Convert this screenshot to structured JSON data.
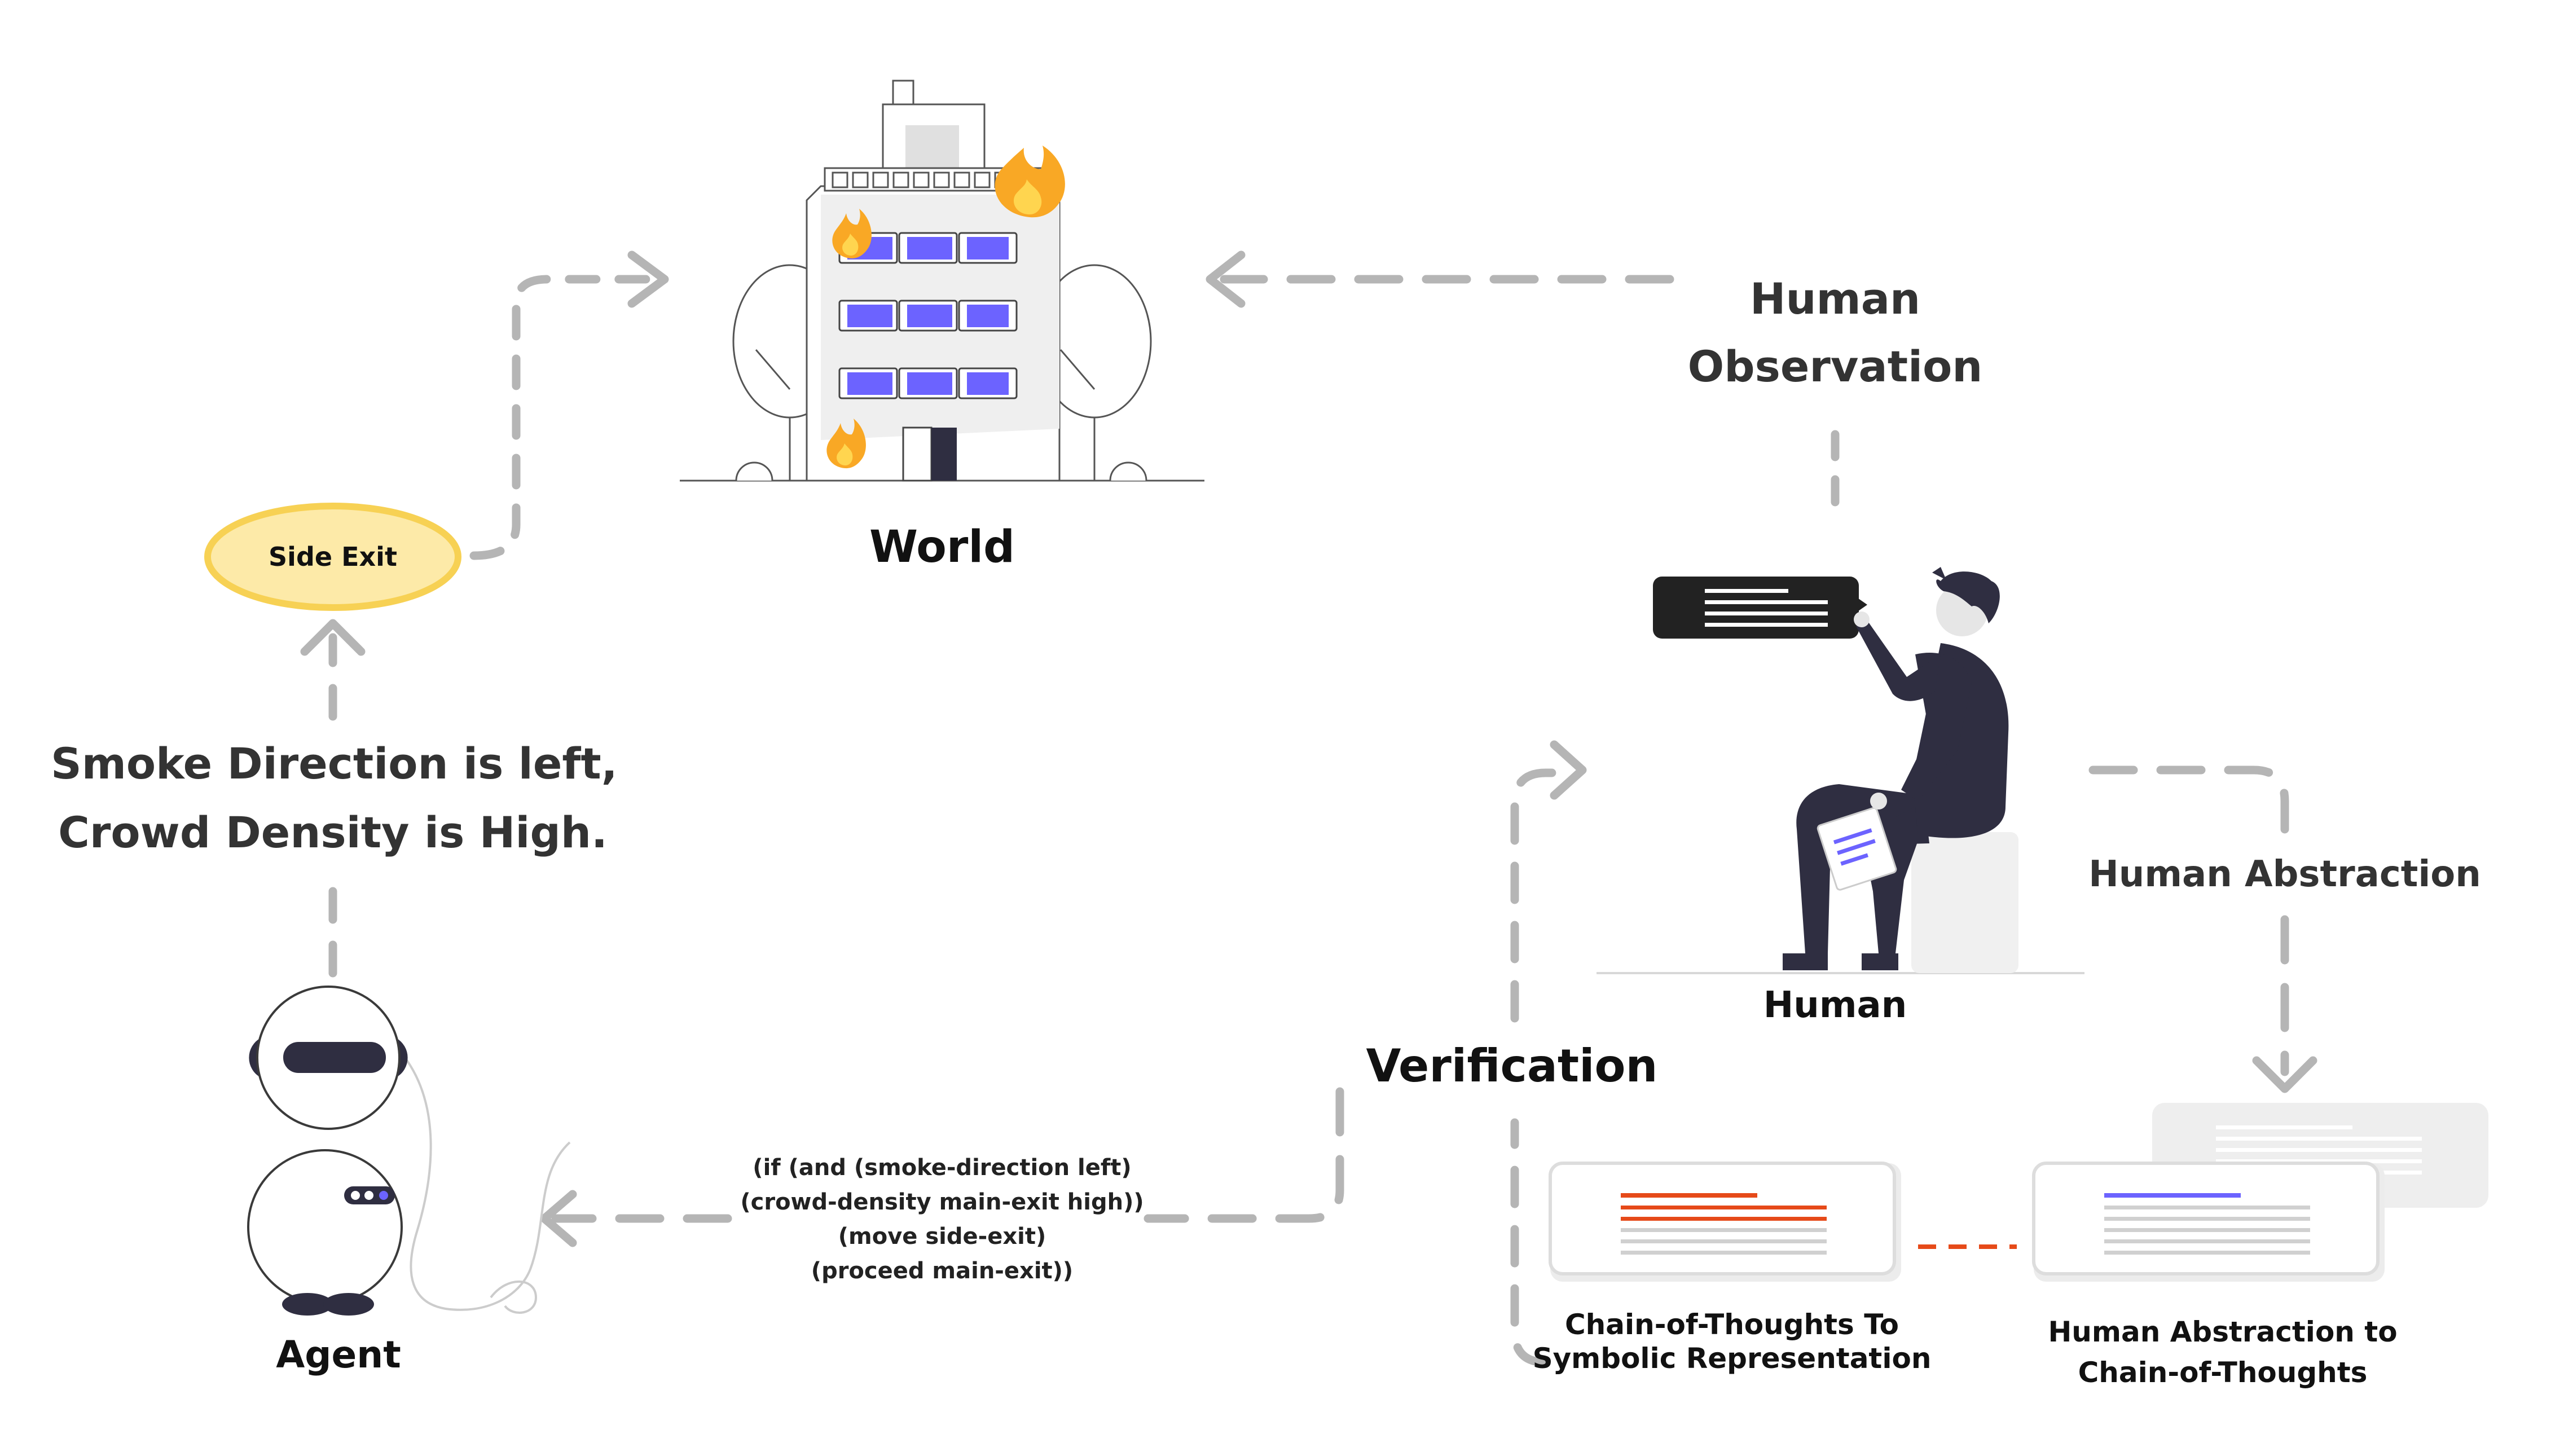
{
  "world": {
    "label": "World"
  },
  "human": {
    "label": "Human",
    "observation_line1": "Human",
    "observation_line2": "Observation"
  },
  "agent": {
    "label": "Agent"
  },
  "side_exit": {
    "label": "Side Exit"
  },
  "observation_text": {
    "line1": "Smoke Direction is left,",
    "line2": "Crowd Density is High."
  },
  "verification": {
    "label": "Verification"
  },
  "human_abstraction": {
    "label": "Human Abstraction"
  },
  "symbolic_program": {
    "lines": [
      "(if (and (smoke-direction left)",
      "(crowd-density main-exit high))",
      "(move side-exit)",
      "(proceed main-exit))"
    ]
  },
  "cards": {
    "cot_to_symbolic": {
      "line1": "Chain-of-Thoughts To",
      "line2": "Symbolic Representation"
    },
    "abstraction_to_cot": {
      "line1": "Human Abstraction to",
      "line2": "Chain-of-Thoughts"
    }
  },
  "colors": {
    "arrow_gray": "#b5b5b5",
    "window_purple": "#6c63ff",
    "fire_orange": "#f9a825",
    "fire_yellow": "#ffd54f",
    "side_exit_fill": "#fdeaa8",
    "side_exit_stroke": "#f7d154",
    "human_dark": "#2f2e41",
    "card_red": "#e64a19",
    "card_purple": "#6c63ff"
  },
  "icons": [
    "building-icon",
    "fire-icon",
    "tree-icon",
    "person-icon",
    "robot-icon",
    "speech-bubble-icon",
    "document-card-icon"
  ]
}
